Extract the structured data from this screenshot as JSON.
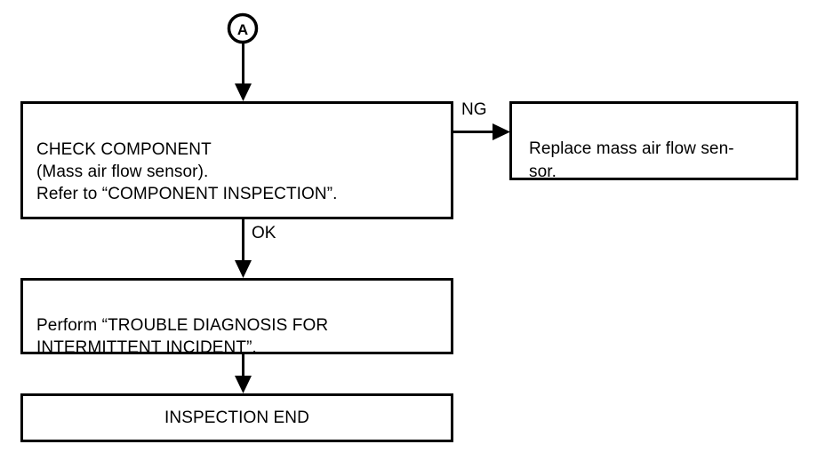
{
  "diagram": {
    "type": "flowchart",
    "title": "Diagnostic Procedure Flowchart",
    "background_color": "#ffffff",
    "line_color": "#000000",
    "connectors": [
      {
        "name": "entry-connector-a",
        "label": "A",
        "shape": "circle"
      }
    ],
    "boxes": {
      "check_component": {
        "text": "CHECK COMPONENT\n(Mass air flow sensor).\nRefer to “COMPONENT INSPECTION”."
      },
      "replace_sensor": {
        "text": "Replace mass air flow sen-\nsor."
      },
      "trouble_diagnosis": {
        "text": "Perform “TROUBLE DIAGNOSIS FOR\nINTERMITTENT INCIDENT”."
      },
      "inspection_end": {
        "text": "INSPECTION END"
      }
    },
    "edge_labels": {
      "ng": "NG",
      "ok": "OK"
    }
  }
}
